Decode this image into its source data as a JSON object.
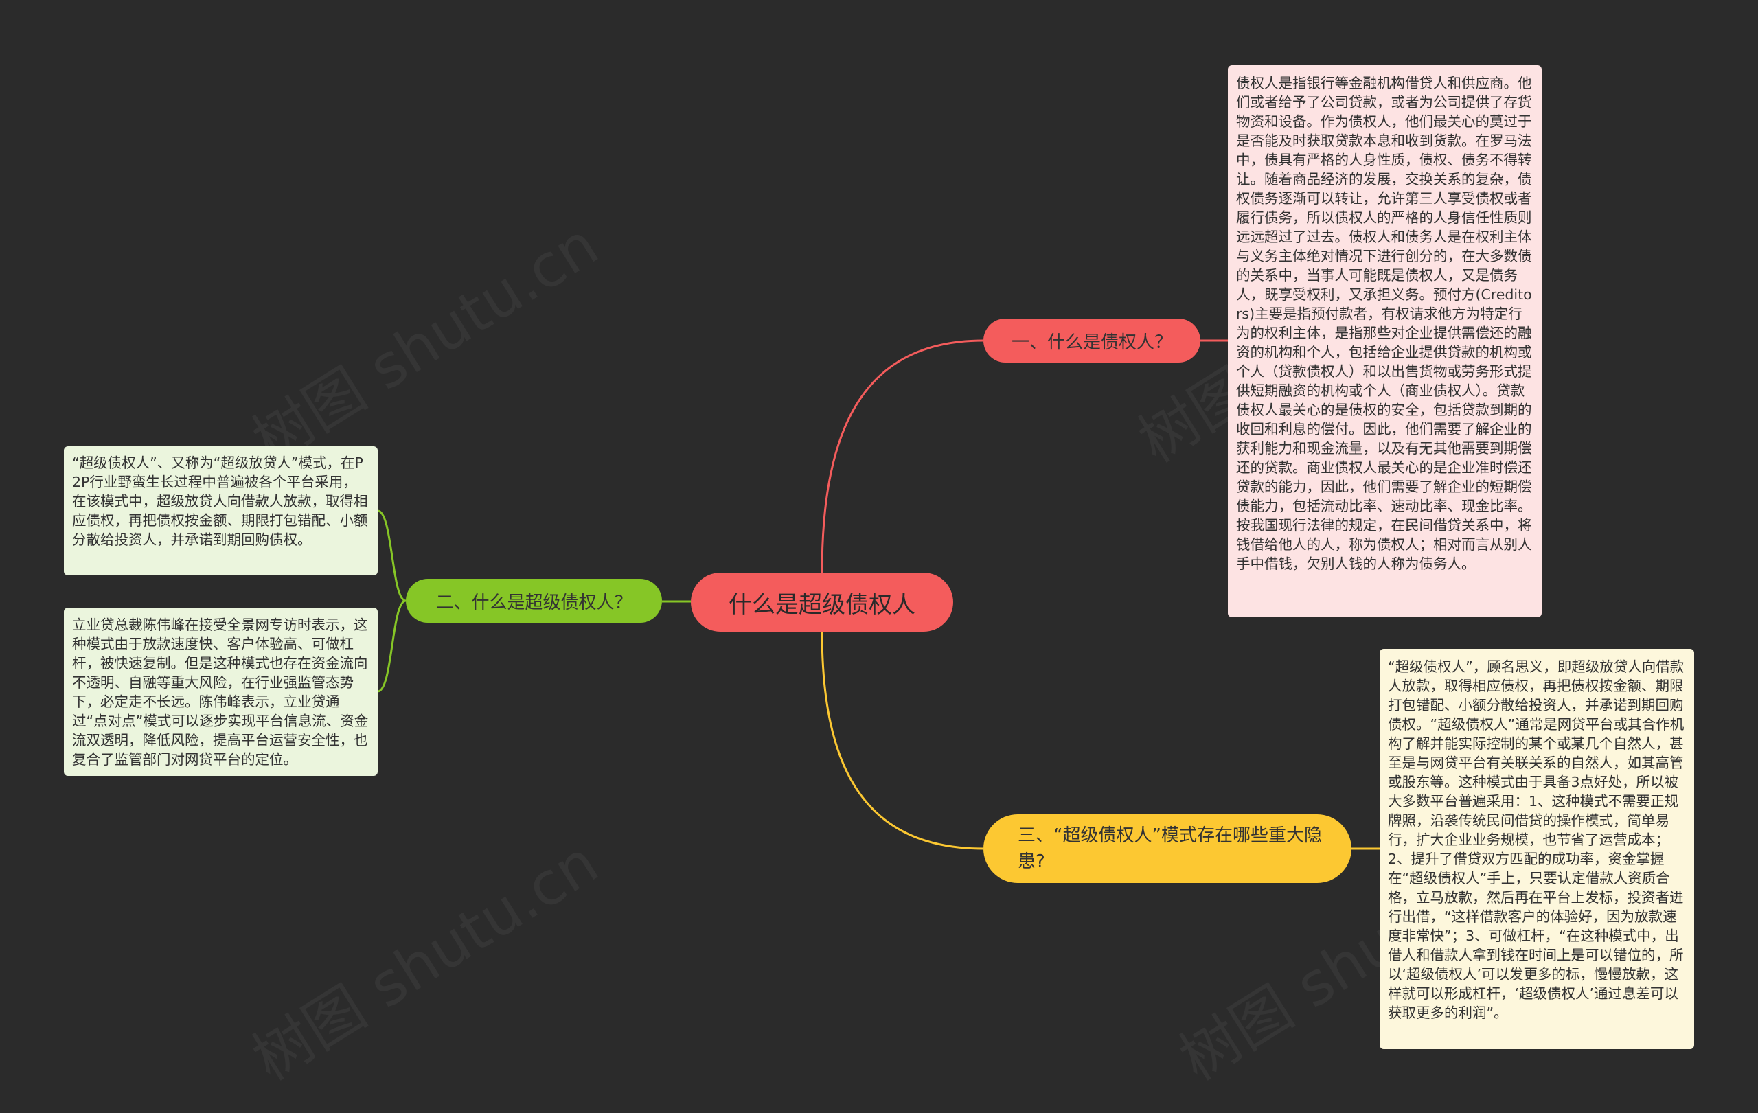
{
  "watermark": "树图 shutu.cn",
  "colors": {
    "background": "#2b2b2b",
    "root": "#f45c5c",
    "branch1": "#f45c5c",
    "branch2": "#86c626",
    "branch3": "#fcc832",
    "note_pink": "#fde3e3",
    "note_green": "#ebf5dd",
    "note_yellow": "#fdf7dc"
  },
  "root": {
    "label": "什么是超级债权人"
  },
  "branches": [
    {
      "label": "一、什么是债权人？",
      "notes": [
        "债权人是指银行等金融机构借贷人和供应商。他们或者给予了公司贷款，或者为公司提供了存货物资和设备。作为债权人，他们最关心的莫过于是否能及时获取贷款本息和收到货款。在罗马法中，债具有严格的人身性质，债权、债务不得转让。随着商品经济的发展，交换关系的复杂，债权债务逐渐可以转让，允许第三人享受债权或者履行债务，所以债权人的严格的人身信任性质则远远超过了过去。债权人和债务人是在权利主体与义务主体绝对情况下进行创分的，在大多数债的关系中，当事人可能既是债权人，又是债务人，既享受权利，又承担义务。预付方(Creditors)主要是指预付款者，有权请求他方为特定行为的权利主体，是指那些对企业提供需偿还的融资的机构和个人，包括给企业提供贷款的机构或个人（贷款债权人）和以出售货物或劳务形式提供短期融资的机构或个人（商业债权人）。贷款债权人最关心的是债权的安全，包括贷款到期的收回和利息的偿付。因此，他们需要了解企业的获利能力和现金流量，以及有无其他需要到期偿还的贷款。商业债权人最关心的是企业准时偿还贷款的能力，因此，他们需要了解企业的短期偿债能力，包括流动比率、速动比率、现金比率。按我国现行法律的规定，在民间借贷关系中，将钱借给他人的人，称为债权人；相对而言从别人手中借钱，欠别人钱的人称为债务人。"
      ]
    },
    {
      "label": "二、什么是超级债权人？",
      "notes": [
        "“超级债权人”、又称为“超级放贷人”模式，在P2P行业野蛮生长过程中普遍被各个平台采用，在该模式中，超级放贷人向借款人放款，取得相应债权，再把债权按金额、期限打包错配、小额分散给投资人，并承诺到期回购债权。",
        "立业贷总裁陈伟峰在接受全景网专访时表示，这种模式由于放款速度快、客户体验高、可做杠杆，被快速复制。但是这种模式也存在资金流向不透明、自融等重大风险，在行业强监管态势下，必定走不长远。陈伟峰表示，立业贷通过“点对点”模式可以逐步实现平台信息流、资金流双透明，降低风险，提高平台运营安全性，也复合了监管部门对网贷平台的定位。"
      ]
    },
    {
      "label": "三、“超级债权人”模式存在哪些重大隐患?",
      "notes": [
        "“超级债权人”，顾名思义，即超级放贷人向借款人放款，取得相应债权，再把债权按金额、期限打包错配、小额分散给投资人，并承诺到期回购债权。“超级债权人”通常是网贷平台或其合作机构了解并能实际控制的某个或某几个自然人，甚至是与网贷平台有关联关系的自然人，如其高管或股东等。这种模式由于具备3点好处，所以被大多数平台普遍采用：1、这种模式不需要正规牌照，沿袭传统民间借贷的操作模式，简单易行，扩大企业业务规模，也节省了运营成本；2、提升了借贷双方匹配的成功率，资金掌握在“超级债权人”手上，只要认定借款人资质合格，立马放款，然后再在平台上发标，投资者进行出借，“这样借款客户的体验好，因为放款速度非常快”；3、可做杠杆，“在这种模式中，出借人和借款人拿到钱在时间上是可以错位的，所以‘超级债权人’可以发更多的标，慢慢放款，这样就可以形成杠杆，‘超级债权人’通过息差可以获取更多的利润”。"
      ]
    }
  ]
}
